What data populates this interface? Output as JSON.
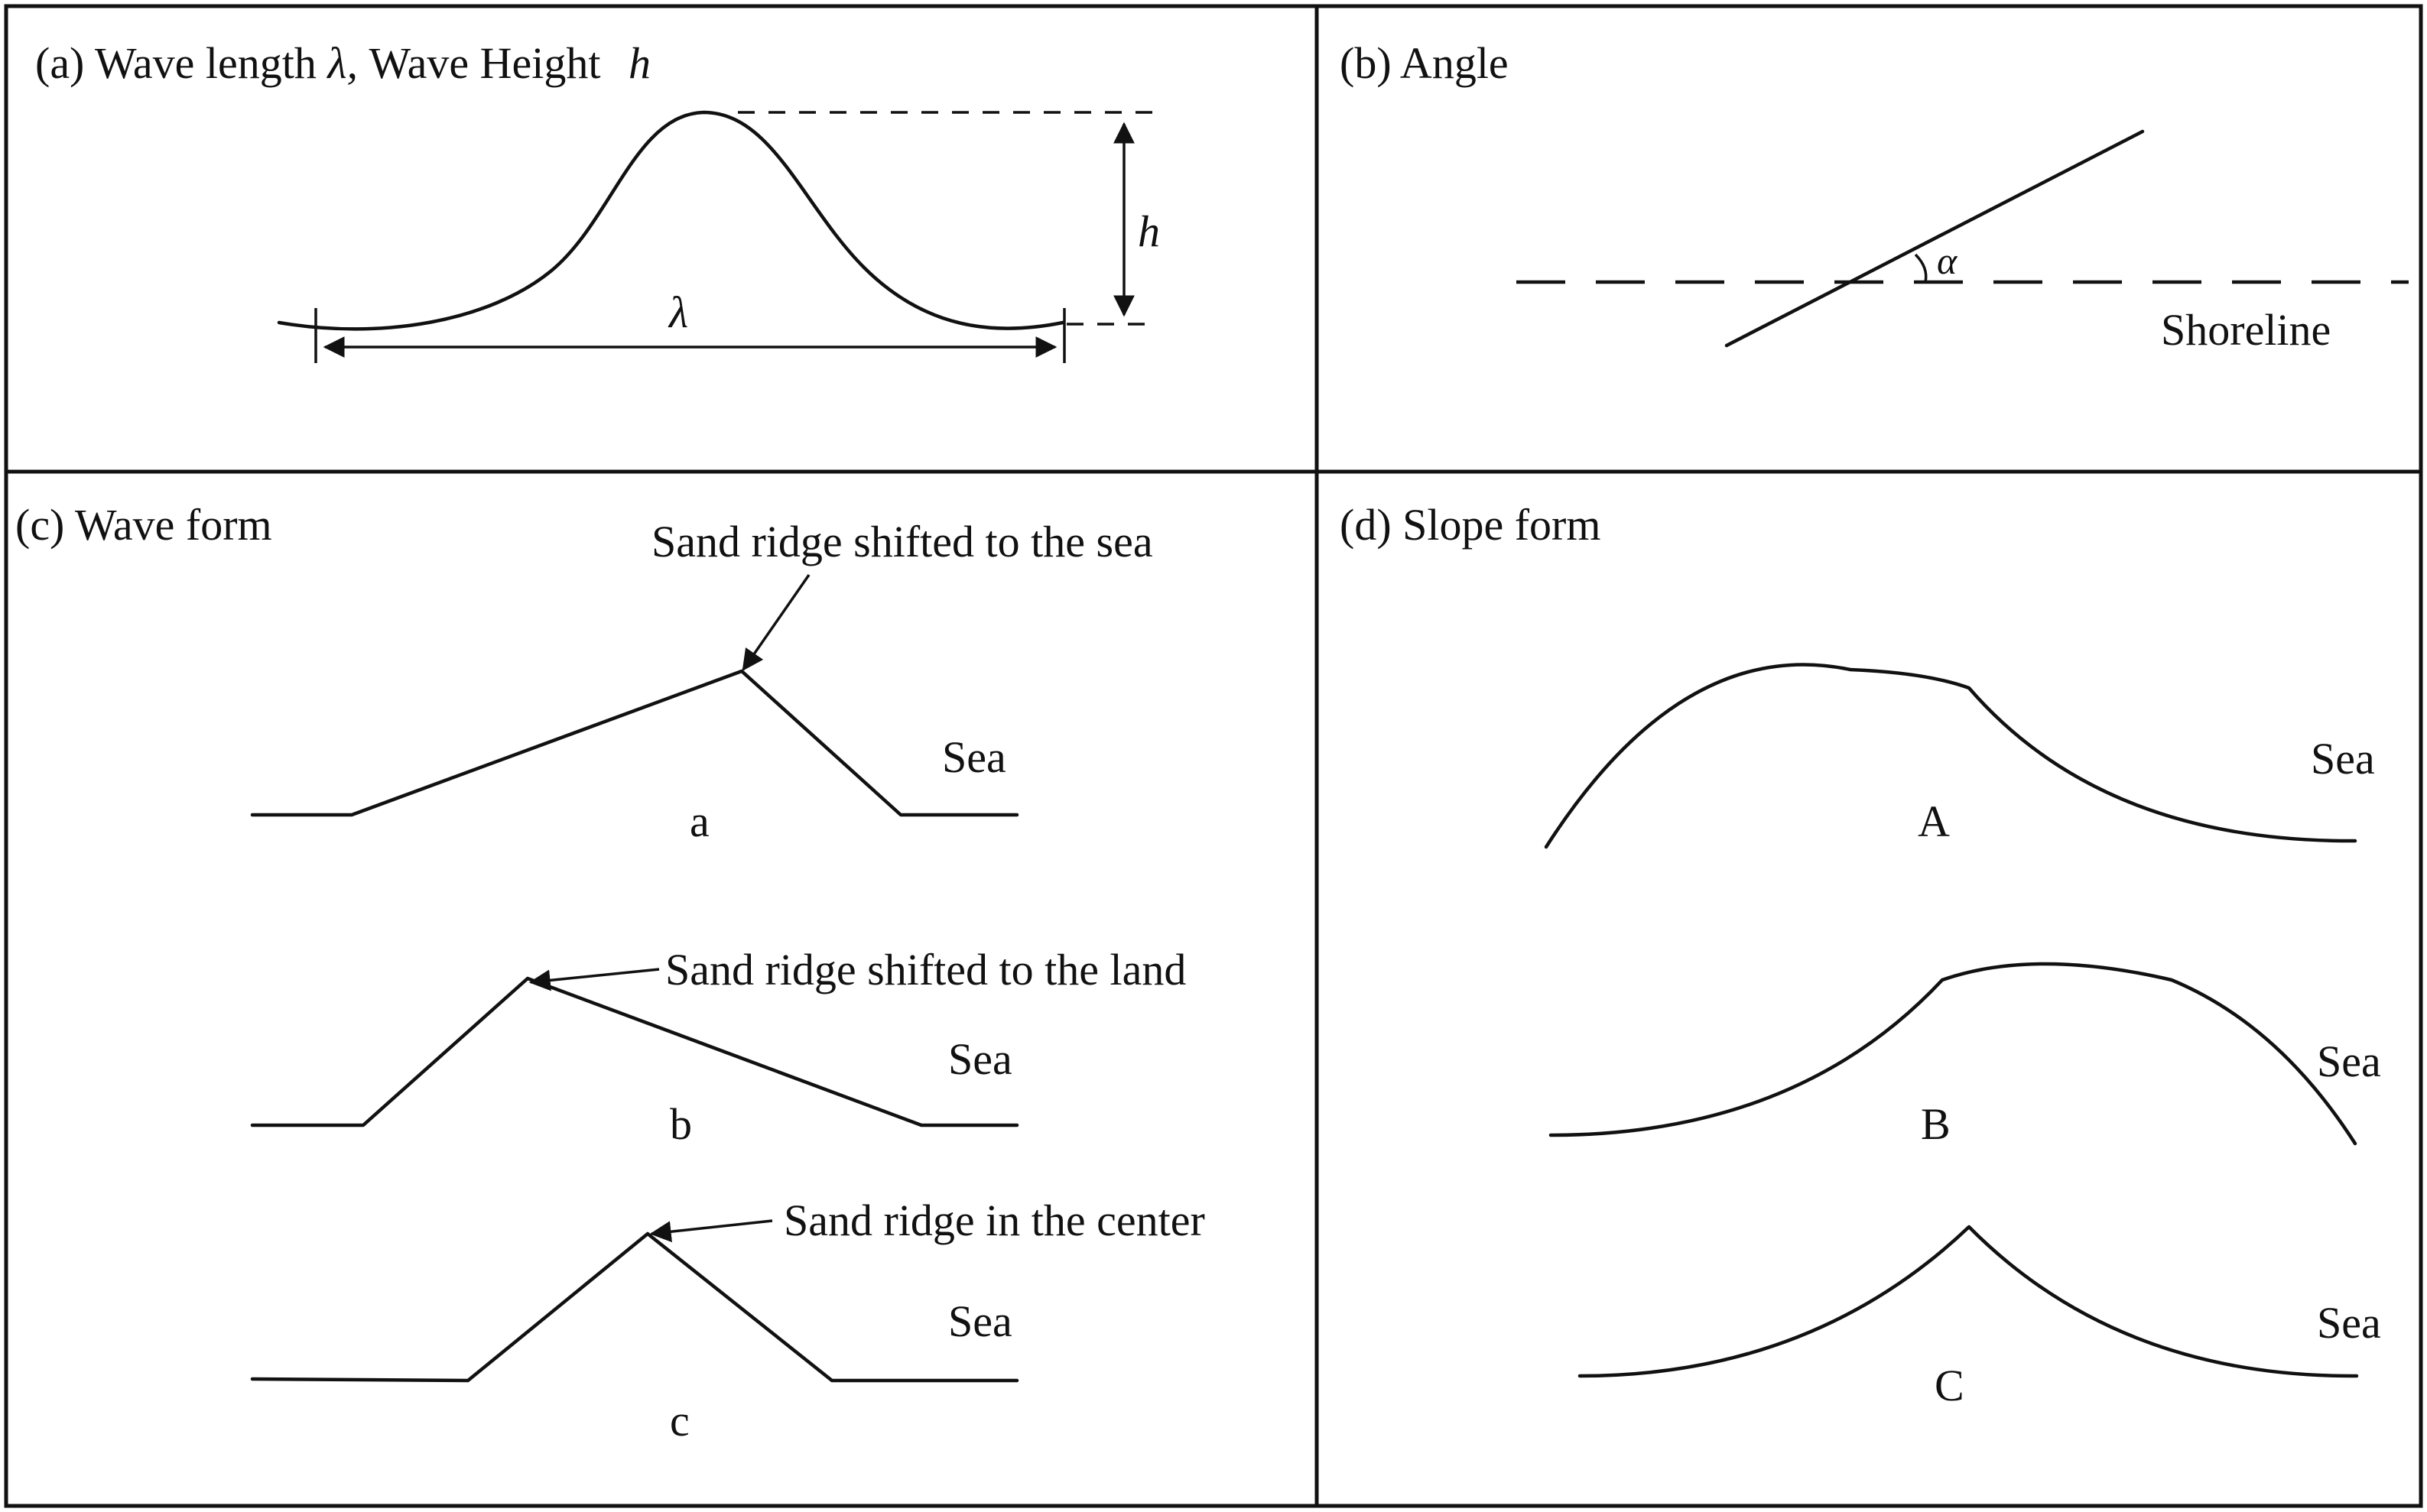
{
  "panel_a": {
    "title_prefix": "(a) Wave length ",
    "lambda_symbol": "λ,",
    "title_middle": " Wave Height ",
    "h_symbol": "h",
    "height_label": "h",
    "length_label": "λ"
  },
  "panel_b": {
    "title": "(b) Angle",
    "angle_label": "α",
    "shoreline_label": "Shoreline"
  },
  "panel_c": {
    "title": "(c) Wave form",
    "profiles": [
      {
        "letter": "a",
        "annotation": "Sand ridge shifted to the sea",
        "sea_label": "Sea"
      },
      {
        "letter": "b",
        "annotation": "Sand ridge shifted to the land",
        "sea_label": "Sea"
      },
      {
        "letter": "c",
        "annotation": "Sand ridge in the center",
        "sea_label": "Sea"
      }
    ]
  },
  "panel_d": {
    "title": "(d) Slope form",
    "profiles": [
      {
        "letter": "A",
        "sea_label": "Sea"
      },
      {
        "letter": "B",
        "sea_label": "Sea"
      },
      {
        "letter": "C",
        "sea_label": "Sea"
      }
    ]
  }
}
